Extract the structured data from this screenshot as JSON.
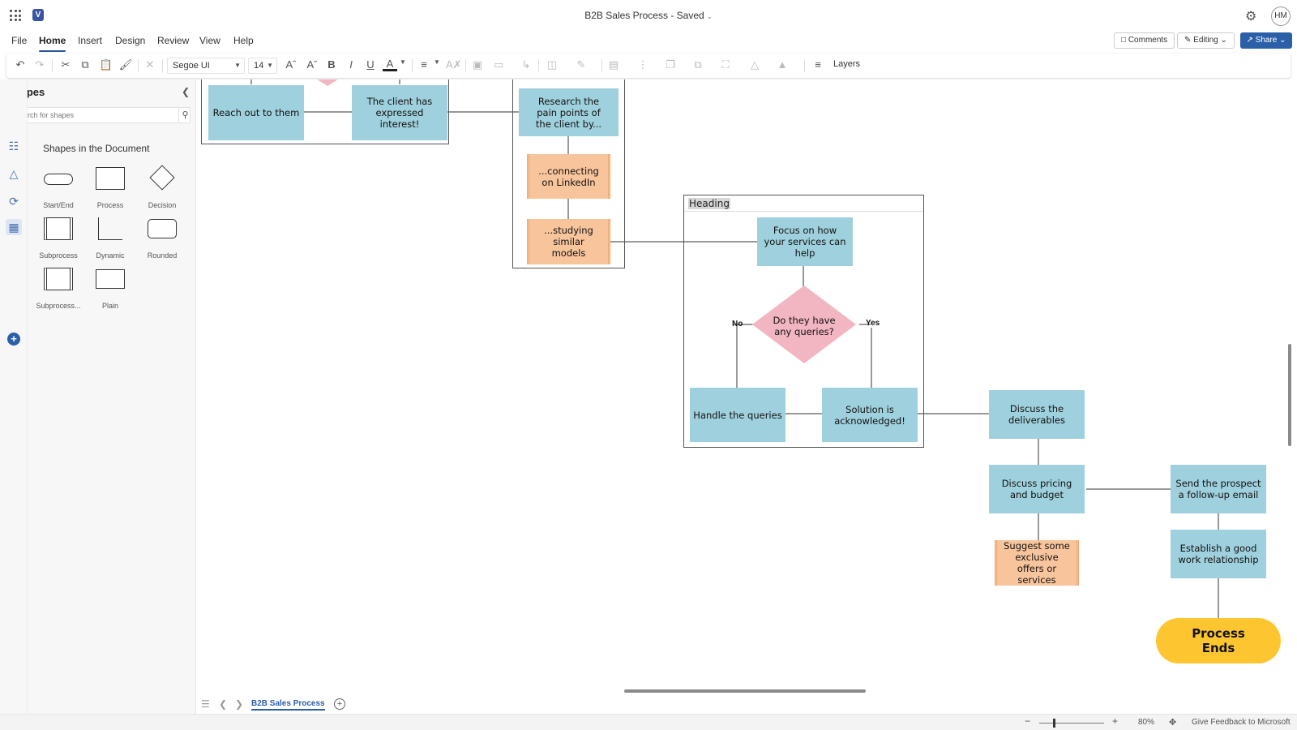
{
  "app": {
    "title": "B2B Sales Process",
    "save_status": "Saved",
    "title_sep": "-",
    "avatar_initials": "HM"
  },
  "menu": {
    "tabs": [
      "File",
      "Home",
      "Insert",
      "Design",
      "Review",
      "View",
      "Help"
    ],
    "active": "Home",
    "comments": "Comments",
    "editing": "Editing",
    "share": "Share"
  },
  "ribbon": {
    "font_name": "Segoe UI",
    "font_size": "14",
    "layers": "Layers"
  },
  "shapes_panel": {
    "title": "Shapes",
    "search_placeholder": "Search for shapes",
    "section": "Shapes in the Document",
    "shapes": [
      "Start/End",
      "Process",
      "Decision",
      "Subprocess",
      "Dynamic",
      "Rounded",
      "Subprocess...",
      "Plain"
    ]
  },
  "diagram": {
    "reach_out": "Reach out to them",
    "interest": "The client has expressed interest!",
    "research": "Research the pain points of the client by...",
    "linkedin": "...connecting on LinkedIn",
    "similar": "...studying similar models",
    "heading": "Heading",
    "focus": "Focus on how your services can help",
    "queries_q": "Do they have any queries?",
    "no": "No",
    "yes": "Yes",
    "handle": "Handle the queries",
    "solution": "Solution is acknowledged!",
    "deliverables": "Discuss the deliverables",
    "pricing": "Discuss pricing and budget",
    "follow_up": "Send the prospect a follow-up email",
    "offers": "Suggest some exclusive offers or services",
    "relationship": "Establish a good work relationship",
    "end": "Process Ends"
  },
  "colors": {
    "process": "#9fd0dd",
    "subprocess": "#f8c49c",
    "decision": "#f2b5c2",
    "end": "#fdc630",
    "accent": "#2b5fa8"
  },
  "sheet": {
    "tab": "B2B Sales Process"
  },
  "status": {
    "zoom": "80%",
    "feedback": "Give Feedback to Microsoft"
  }
}
